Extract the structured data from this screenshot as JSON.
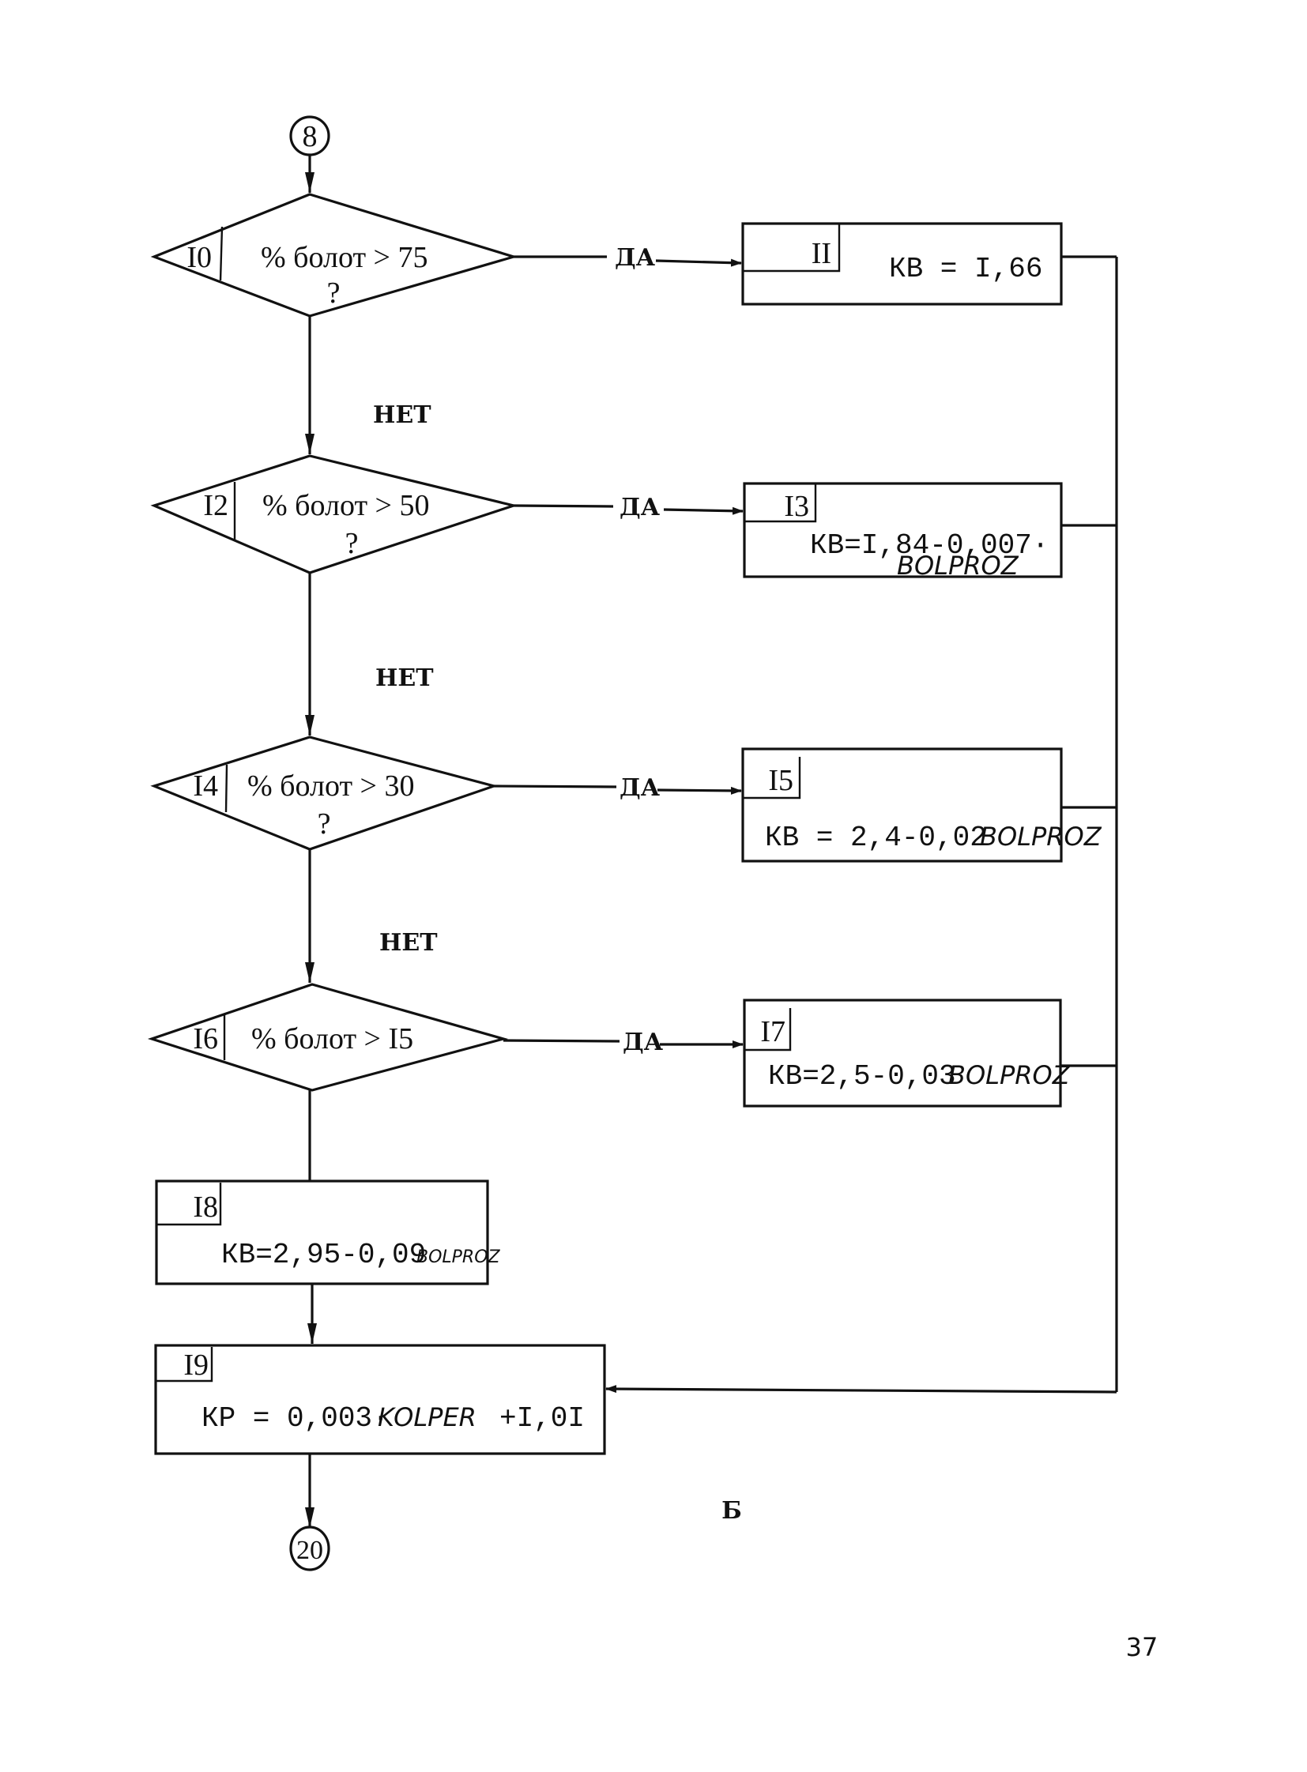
{
  "connectors": {
    "entry": "8",
    "exit": "20"
  },
  "decisions": [
    {
      "id": "I0",
      "condition": "% болот > 75",
      "question": "?"
    },
    {
      "id": "I2",
      "condition": "% болот > 50",
      "question": "?"
    },
    {
      "id": "I4",
      "condition": "% болот > 30",
      "question": "?"
    },
    {
      "id": "I6",
      "condition": "% болот > I5",
      "question": ""
    }
  ],
  "yes_label": "ДА",
  "no_label": "НЕТ",
  "processes": {
    "b11": {
      "id": "II",
      "formula": "КВ = I,66",
      "variable": ""
    },
    "b13": {
      "id": "I3",
      "formula": "КВ=I,84-0,007·",
      "variable": "BOLPROZ"
    },
    "b15": {
      "id": "I5",
      "formula": "КВ = 2,4-0,02",
      "variable": "BOLPROZ"
    },
    "b17": {
      "id": "I7",
      "formula": "КВ=2,5-0,03",
      "variable": "BOLPROZ"
    },
    "b18": {
      "id": "I8",
      "formula": "КВ=2,95-0,09",
      "variable": "BOLPROZ"
    },
    "b19": {
      "id": "I9",
      "formula_pre": "КР = 0,003·",
      "variable": "KOLPER",
      "formula_post": "+I,0I"
    }
  },
  "figure_label": "Б",
  "page_number": "37"
}
